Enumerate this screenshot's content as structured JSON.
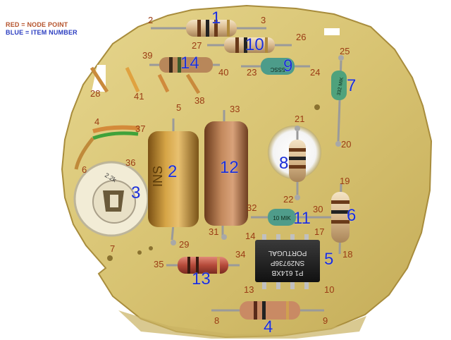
{
  "legend": {
    "red_text": "RED = NODE POINT",
    "blue_text": "BLUE = ITEM NUMBER",
    "red_color": "#b5532c",
    "blue_color": "#2a3cc0"
  },
  "node_labels": [
    "2",
    "3",
    "26",
    "27",
    "25",
    "39",
    "23",
    "24",
    "40",
    "28",
    "41",
    "38",
    "5",
    "33",
    "21",
    "4",
    "37",
    "20",
    "36",
    "6",
    "19",
    "22",
    "32",
    "30",
    "31",
    "14",
    "17",
    "29",
    "7",
    "18",
    "35",
    "34",
    "13",
    "10",
    "8",
    "9"
  ],
  "item_labels": [
    "1",
    "10",
    "9",
    "14",
    "7",
    "2",
    "12",
    "8",
    "3",
    "11",
    "6",
    "5",
    "13",
    "4"
  ],
  "chip": {
    "line1": "P1 614XB",
    "line2": "SN29736P",
    "line3": "PORTUGAL"
  },
  "component_markings": {
    "item_9": "5SSC",
    "item_11": "10 MIK",
    "item_7": "332 MIK",
    "item_3": "2.2k",
    "item_2": "INS"
  },
  "colors": {
    "board": "#dcc978",
    "board_edge": "#b39a4a",
    "node_text": "#9a3b14",
    "item_text": "#1c2fd6"
  }
}
